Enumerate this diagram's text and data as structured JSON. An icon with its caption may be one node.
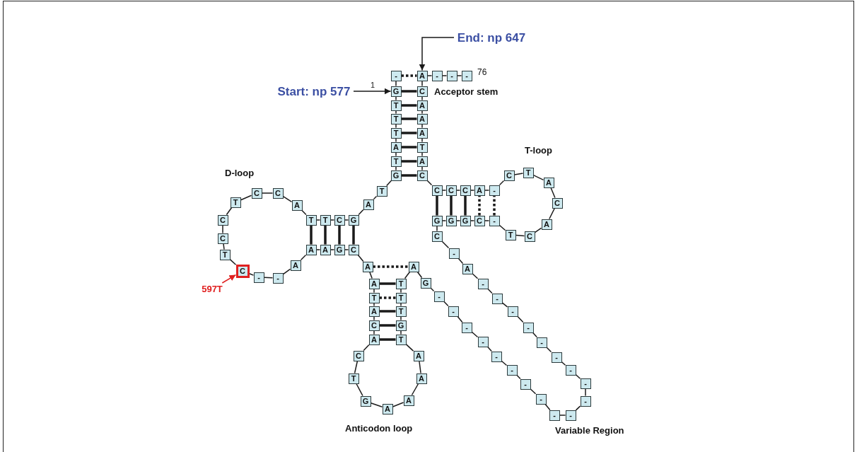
{
  "diagram": {
    "nodes": [
      {
        "text": [
          "End: np 647"
        ]
      },
      {
        "text": [
          "Start: np 577"
        ]
      },
      {
        "text": [
          "597T"
        ]
      },
      {
        "text": [
          "-"
        ]
      },
      {
        "text": [
          "G"
        ]
      },
      {
        "text": [
          "T"
        ]
      },
      {
        "text": [
          "T"
        ]
      },
      {
        "text": [
          "T"
        ]
      },
      {
        "text": [
          "A"
        ]
      },
      {
        "text": [
          "T"
        ]
      },
      {
        "text": [
          "G"
        ]
      },
      {
        "text": [
          "T"
        ]
      },
      {
        "text": [
          "A"
        ]
      },
      {
        "text": [
          "G"
        ]
      },
      {
        "text": [
          "C"
        ]
      },
      {
        "text": [
          "T"
        ]
      },
      {
        "text": [
          "T"
        ]
      },
      {
        "text": [
          "A"
        ]
      },
      {
        "text": [
          "C"
        ]
      },
      {
        "text": [
          "C"
        ]
      },
      {
        "text": [
          "T"
        ]
      },
      {
        "text": [
          "C"
        ]
      },
      {
        "text": [
          "C"
        ]
      },
      {
        "text": [
          "T"
        ]
      },
      {
        "text": [
          "C"
        ]
      },
      {
        "text": [
          "-"
        ]
      },
      {
        "text": [
          "-"
        ]
      },
      {
        "text": [
          "A"
        ]
      },
      {
        "text": [
          "A"
        ]
      },
      {
        "text": [
          "A"
        ]
      },
      {
        "text": [
          "G"
        ]
      },
      {
        "text": [
          "C"
        ]
      },
      {
        "text": [
          "A"
        ]
      },
      {
        "text": [
          "A"
        ]
      },
      {
        "text": [
          "T"
        ]
      },
      {
        "text": [
          "A"
        ]
      },
      {
        "text": [
          "C"
        ]
      },
      {
        "text": [
          "A"
        ]
      },
      {
        "text": [
          "C"
        ]
      },
      {
        "text": [
          "T"
        ]
      },
      {
        "text": [
          "G"
        ]
      },
      {
        "text": [
          "A"
        ]
      },
      {
        "text": [
          "A"
        ]
      },
      {
        "text": [
          "A"
        ]
      },
      {
        "text": [
          "A"
        ]
      },
      {
        "text": [
          "T"
        ]
      },
      {
        "text": [
          "G"
        ]
      },
      {
        "text": [
          "T"
        ]
      },
      {
        "text": [
          "T"
        ]
      },
      {
        "text": [
          "T"
        ]
      },
      {
        "text": [
          "A"
        ]
      },
      {
        "text": [
          "G"
        ]
      },
      {
        "text": [
          "-"
        ]
      },
      {
        "text": [
          "-"
        ]
      },
      {
        "text": [
          "-"
        ]
      },
      {
        "text": [
          "-"
        ]
      },
      {
        "text": [
          "-"
        ]
      },
      {
        "text": [
          "-"
        ]
      },
      {
        "text": [
          "-"
        ]
      },
      {
        "text": [
          "-"
        ]
      },
      {
        "text": [
          "-"
        ]
      },
      {
        "text": [
          "-"
        ]
      },
      {
        "text": [
          "-"
        ]
      },
      {
        "text": [
          "-"
        ]
      },
      {
        "text": [
          "-"
        ]
      },
      {
        "text": [
          "-"
        ]
      },
      {
        "text": [
          "-"
        ]
      },
      {
        "text": [
          "-"
        ]
      },
      {
        "text": [
          "-"
        ]
      },
      {
        "text": [
          "-"
        ]
      },
      {
        "text": [
          "-"
        ]
      },
      {
        "text": [
          "A"
        ]
      },
      {
        "text": [
          "-"
        ]
      },
      {
        "text": [
          "C"
        ]
      },
      {
        "text": [
          "G"
        ]
      },
      {
        "text": [
          "G"
        ]
      },
      {
        "text": [
          "G"
        ]
      },
      {
        "text": [
          "C"
        ]
      },
      {
        "text": [
          "-"
        ]
      },
      {
        "text": [
          "T"
        ]
      },
      {
        "text": [
          "C"
        ]
      },
      {
        "text": [
          "A"
        ]
      },
      {
        "text": [
          "C"
        ]
      },
      {
        "text": [
          "A"
        ]
      },
      {
        "text": [
          "T"
        ]
      },
      {
        "text": [
          "C"
        ]
      },
      {
        "text": [
          "-"
        ]
      },
      {
        "text": [
          "A"
        ]
      },
      {
        "text": [
          "C"
        ]
      },
      {
        "text": [
          "C"
        ]
      },
      {
        "text": [
          "C"
        ]
      },
      {
        "text": [
          "C"
        ]
      },
      {
        "text": [
          "A"
        ]
      },
      {
        "text": [
          "T"
        ]
      },
      {
        "text": [
          "A"
        ]
      },
      {
        "text": [
          "A"
        ]
      },
      {
        "text": [
          "A"
        ]
      },
      {
        "text": [
          "C"
        ]
      },
      {
        "text": [
          "A"
        ]
      },
      {
        "text": [
          "-"
        ]
      },
      {
        "text": [
          "-"
        ]
      },
      {
        "text": [
          "-"
        ]
      }
    ],
    "edges": [
      {
        "from": 0,
        "to": 98,
        "arrow": "to"
      },
      {
        "from": 1,
        "to": 4,
        "arrow": "to"
      },
      {
        "from": 2,
        "to": 24,
        "arrow": "to",
        "color": "#e02020"
      },
      {
        "from": 3,
        "to": 4,
        "arrow": "none"
      },
      {
        "from": 4,
        "to": 5,
        "arrow": "none"
      },
      {
        "from": 5,
        "to": 6,
        "arrow": "none"
      },
      {
        "from": 6,
        "to": 7,
        "arrow": "none"
      },
      {
        "from": 7,
        "to": 8,
        "arrow": "none"
      },
      {
        "from": 8,
        "to": 9,
        "arrow": "none"
      },
      {
        "from": 9,
        "to": 10,
        "arrow": "none"
      },
      {
        "from": 10,
        "to": 11,
        "arrow": "none"
      },
      {
        "from": 11,
        "to": 12,
        "arrow": "none"
      },
      {
        "from": 12,
        "to": 13,
        "arrow": "none"
      },
      {
        "from": 13,
        "to": 14,
        "arrow": "none"
      },
      {
        "from": 14,
        "to": 15,
        "arrow": "none"
      },
      {
        "from": 15,
        "to": 16,
        "arrow": "none"
      },
      {
        "from": 16,
        "to": 17,
        "arrow": "none"
      },
      {
        "from": 17,
        "to": 18,
        "arrow": "none"
      },
      {
        "from": 18,
        "to": 19,
        "arrow": "none"
      },
      {
        "from": 19,
        "to": 20,
        "arrow": "none"
      },
      {
        "from": 20,
        "to": 21,
        "arrow": "none"
      },
      {
        "from": 21,
        "to": 22,
        "arrow": "none"
      },
      {
        "from": 22,
        "to": 23,
        "arrow": "none"
      },
      {
        "from": 23,
        "to": 24,
        "arrow": "none"
      },
      {
        "from": 24,
        "to": 25,
        "arrow": "none"
      },
      {
        "from": 25,
        "to": 26,
        "arrow": "none"
      },
      {
        "from": 26,
        "to": 27,
        "arrow": "none"
      },
      {
        "from": 27,
        "to": 28,
        "arrow": "none"
      },
      {
        "from": 28,
        "to": 29,
        "arrow": "none"
      },
      {
        "from": 29,
        "to": 30,
        "arrow": "none"
      },
      {
        "from": 30,
        "to": 31,
        "arrow": "none"
      },
      {
        "from": 31,
        "to": 32,
        "arrow": "none"
      },
      {
        "from": 32,
        "to": 33,
        "arrow": "none"
      },
      {
        "from": 33,
        "to": 34,
        "arrow": "none"
      },
      {
        "from": 34,
        "to": 35,
        "arrow": "none"
      },
      {
        "from": 35,
        "to": 36,
        "arrow": "none"
      },
      {
        "from": 36,
        "to": 37,
        "arrow": "none"
      },
      {
        "from": 37,
        "to": 38,
        "arrow": "none"
      },
      {
        "from": 38,
        "to": 39,
        "arrow": "none"
      },
      {
        "from": 39,
        "to": 40,
        "arrow": "none"
      },
      {
        "from": 40,
        "to": 41,
        "arrow": "none"
      },
      {
        "from": 41,
        "to": 42,
        "arrow": "none"
      },
      {
        "from": 42,
        "to": 43,
        "arrow": "none"
      },
      {
        "from": 43,
        "to": 44,
        "arrow": "none"
      },
      {
        "from": 44,
        "to": 45,
        "arrow": "none"
      },
      {
        "from": 45,
        "to": 46,
        "arrow": "none"
      },
      {
        "from": 46,
        "to": 47,
        "arrow": "none"
      },
      {
        "from": 47,
        "to": 48,
        "arrow": "none"
      },
      {
        "from": 48,
        "to": 49,
        "arrow": "none"
      },
      {
        "from": 49,
        "to": 50,
        "arrow": "none"
      },
      {
        "from": 50,
        "to": 51,
        "arrow": "none"
      },
      {
        "from": 51,
        "to": 52,
        "arrow": "none"
      },
      {
        "from": 52,
        "to": 53,
        "arrow": "none"
      },
      {
        "from": 53,
        "to": 54,
        "arrow": "none"
      },
      {
        "from": 54,
        "to": 55,
        "arrow": "none"
      },
      {
        "from": 55,
        "to": 56,
        "arrow": "none"
      },
      {
        "from": 56,
        "to": 57,
        "arrow": "none"
      },
      {
        "from": 57,
        "to": 58,
        "arrow": "none"
      },
      {
        "from": 58,
        "to": 59,
        "arrow": "none"
      },
      {
        "from": 59,
        "to": 60,
        "arrow": "none"
      },
      {
        "from": 60,
        "to": 61,
        "arrow": "none"
      },
      {
        "from": 61,
        "to": 62,
        "arrow": "none"
      },
      {
        "from": 62,
        "to": 63,
        "arrow": "none"
      },
      {
        "from": 63,
        "to": 64,
        "arrow": "none"
      },
      {
        "from": 64,
        "to": 65,
        "arrow": "none"
      },
      {
        "from": 65,
        "to": 66,
        "arrow": "none"
      },
      {
        "from": 66,
        "to": 67,
        "arrow": "none"
      },
      {
        "from": 67,
        "to": 68,
        "arrow": "none"
      },
      {
        "from": 68,
        "to": 69,
        "arrow": "none"
      },
      {
        "from": 69,
        "to": 70,
        "arrow": "none"
      },
      {
        "from": 70,
        "to": 71,
        "arrow": "none"
      },
      {
        "from": 71,
        "to": 72,
        "arrow": "none"
      },
      {
        "from": 72,
        "to": 73,
        "arrow": "none"
      },
      {
        "from": 73,
        "to": 74,
        "arrow": "none"
      },
      {
        "from": 74,
        "to": 75,
        "arrow": "none"
      },
      {
        "from": 75,
        "to": 76,
        "arrow": "none"
      },
      {
        "from": 76,
        "to": 77,
        "arrow": "none"
      },
      {
        "from": 77,
        "to": 78,
        "arrow": "none"
      },
      {
        "from": 78,
        "to": 79,
        "arrow": "none"
      },
      {
        "from": 79,
        "to": 80,
        "arrow": "none"
      },
      {
        "from": 80,
        "to": 81,
        "arrow": "none"
      },
      {
        "from": 81,
        "to": 82,
        "arrow": "none"
      },
      {
        "from": 82,
        "to": 83,
        "arrow": "none"
      },
      {
        "from": 83,
        "to": 84,
        "arrow": "none"
      },
      {
        "from": 84,
        "to": 85,
        "arrow": "none"
      },
      {
        "from": 85,
        "to": 86,
        "arrow": "none"
      },
      {
        "from": 86,
        "to": 87,
        "arrow": "none"
      },
      {
        "from": 87,
        "to": 88,
        "arrow": "none"
      },
      {
        "from": 88,
        "to": 89,
        "arrow": "none"
      },
      {
        "from": 89,
        "to": 90,
        "arrow": "none"
      },
      {
        "from": 90,
        "to": 91,
        "arrow": "none"
      },
      {
        "from": 91,
        "to": 92,
        "arrow": "none"
      },
      {
        "from": 92,
        "to": 93,
        "arrow": "none"
      },
      {
        "from": 93,
        "to": 94,
        "arrow": "none"
      },
      {
        "from": 94,
        "to": 95,
        "arrow": "none"
      },
      {
        "from": 95,
        "to": 96,
        "arrow": "none"
      },
      {
        "from": 96,
        "to": 97,
        "arrow": "none"
      },
      {
        "from": 97,
        "to": 98,
        "arrow": "none"
      },
      {
        "from": 98,
        "to": 99,
        "arrow": "none"
      },
      {
        "from": 99,
        "to": 100,
        "arrow": "none"
      },
      {
        "from": 100,
        "to": 101,
        "arrow": "none"
      },
      {
        "from": 3,
        "to": 98,
        "arrow": "none",
        "style": "dashed"
      },
      {
        "from": 4,
        "to": 97,
        "arrow": "none",
        "style": "thick"
      },
      {
        "from": 5,
        "to": 96,
        "arrow": "none",
        "style": "thick"
      },
      {
        "from": 6,
        "to": 95,
        "arrow": "none",
        "style": "thick"
      },
      {
        "from": 7,
        "to": 94,
        "arrow": "none",
        "style": "thick"
      },
      {
        "from": 8,
        "to": 93,
        "arrow": "none",
        "style": "thick"
      },
      {
        "from": 9,
        "to": 92,
        "arrow": "none",
        "style": "thick"
      },
      {
        "from": 10,
        "to": 91,
        "arrow": "none",
        "style": "thick"
      },
      {
        "from": 13,
        "to": 31,
        "arrow": "none",
        "style": "thick"
      },
      {
        "from": 14,
        "to": 30,
        "arrow": "none",
        "style": "thick"
      },
      {
        "from": 15,
        "to": 29,
        "arrow": "none",
        "style": "thick"
      },
      {
        "from": 16,
        "to": 28,
        "arrow": "none",
        "style": "thick"
      },
      {
        "from": 32,
        "to": 50,
        "arrow": "none",
        "style": "dashed"
      },
      {
        "from": 33,
        "to": 49,
        "arrow": "none",
        "style": "thick"
      },
      {
        "from": 34,
        "to": 48,
        "arrow": "none",
        "style": "dashed"
      },
      {
        "from": 35,
        "to": 47,
        "arrow": "none",
        "style": "thick"
      },
      {
        "from": 36,
        "to": 46,
        "arrow": "none",
        "style": "thick"
      },
      {
        "from": 37,
        "to": 45,
        "arrow": "none",
        "style": "thick"
      },
      {
        "from": 74,
        "to": 90,
        "arrow": "none",
        "style": "thick"
      },
      {
        "from": 75,
        "to": 89,
        "arrow": "none",
        "style": "thick"
      },
      {
        "from": 76,
        "to": 88,
        "arrow": "none",
        "style": "thick"
      },
      {
        "from": 77,
        "to": 87,
        "arrow": "none",
        "style": "dashed"
      },
      {
        "from": 78,
        "to": 86,
        "arrow": "none",
        "style": "dashed"
      }
    ],
    "labels": [
      "76",
      "1",
      "Acceptor stem",
      "T-loop",
      "D-loop",
      "Anticodon loop",
      "Variable Region"
    ]
  }
}
